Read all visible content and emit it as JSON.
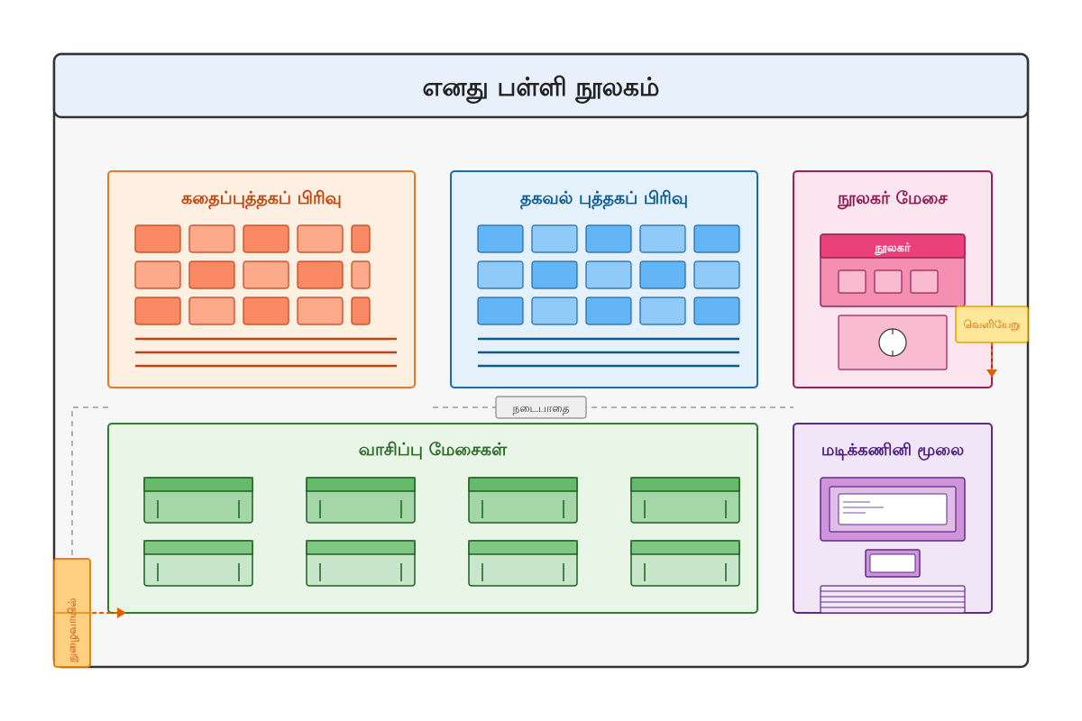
{
  "title": "எனது பள்ளி நூலகம்",
  "zones": {
    "fiction": {
      "label": "கதைப்புத்தகப் பிரிவு",
      "color": "#c0440f"
    },
    "nonfiction": {
      "label": "தகவல் புத்தகப் பிரிவு",
      "color": "#0d5a8f"
    },
    "librarian": {
      "label": "நூலகர் மேசை",
      "desk_label": "நூலகர்",
      "color": "#8e1a52"
    },
    "reading": {
      "label": "வாசிப்பு மேசைகள்",
      "color": "#2e6b2a"
    },
    "computer": {
      "label": "மடிக்கணினி மூலை",
      "color": "#4b1f7a"
    }
  },
  "walkway": {
    "label": "நடைபாதை"
  },
  "exit": {
    "label": "வெளியேறு"
  },
  "entrance": {
    "label": "நுழைவாயில்"
  }
}
